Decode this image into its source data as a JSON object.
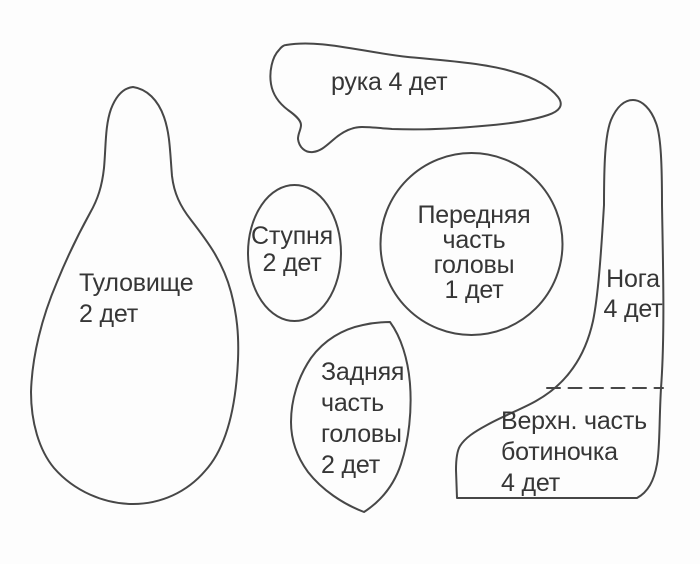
{
  "figure": "sewing-pattern-pieces",
  "language": "ru",
  "colors": {
    "background": "#fdfdfd",
    "outline": "#474747",
    "text": "#363636"
  },
  "pieces": {
    "body": {
      "label": "Туловище",
      "count": "2 дет"
    },
    "arm": {
      "label": "рука 4 дет"
    },
    "foot": {
      "label": "Ступня",
      "count": "2 дет"
    },
    "head_front": {
      "label_line1": "Передняя",
      "label_line2": "часть",
      "label_line3": "головы",
      "count": "1 дет"
    },
    "head_back": {
      "label_line1": "Задняя",
      "label_line2": "часть",
      "label_line3": "головы",
      "count": "2 дет"
    },
    "leg": {
      "label": "Нога",
      "count": "4 дет"
    },
    "bootie_upper": {
      "label_line1": "Верхн. часть",
      "label_line2": "ботиночка",
      "count": "4 дет"
    }
  }
}
